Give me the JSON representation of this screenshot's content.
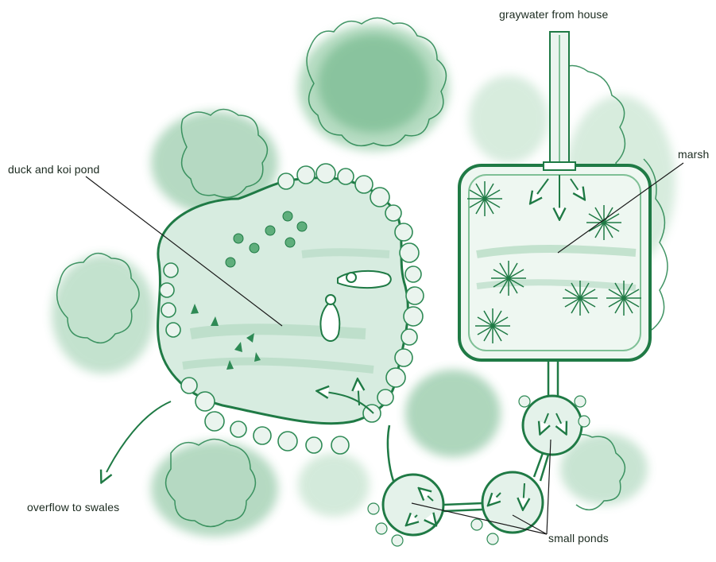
{
  "labels": {
    "graywater": "graywater from house",
    "duck_pond": "duck and koi pond",
    "marsh": "marsh",
    "overflow": "overflow to swales",
    "small_ponds": "small ponds"
  },
  "colors": {
    "ink": "#1f7a45",
    "foliage_dark": "#2e8a55",
    "foliage_mid": "#5fae7c",
    "foliage_light": "#a9d6b7",
    "water": "#d7ece0",
    "water_deep": "#b8dcc6",
    "stone": "#eaf4ee",
    "label_text": "#1b2a1f",
    "leader": "#1a1a1a"
  },
  "icons": [
    "duck-icon",
    "koi-fish-icon",
    "flow-arrow-icon",
    "shrub-icon",
    "tree-canopy-icon",
    "cattail-icon",
    "lily-pad-icon"
  ]
}
